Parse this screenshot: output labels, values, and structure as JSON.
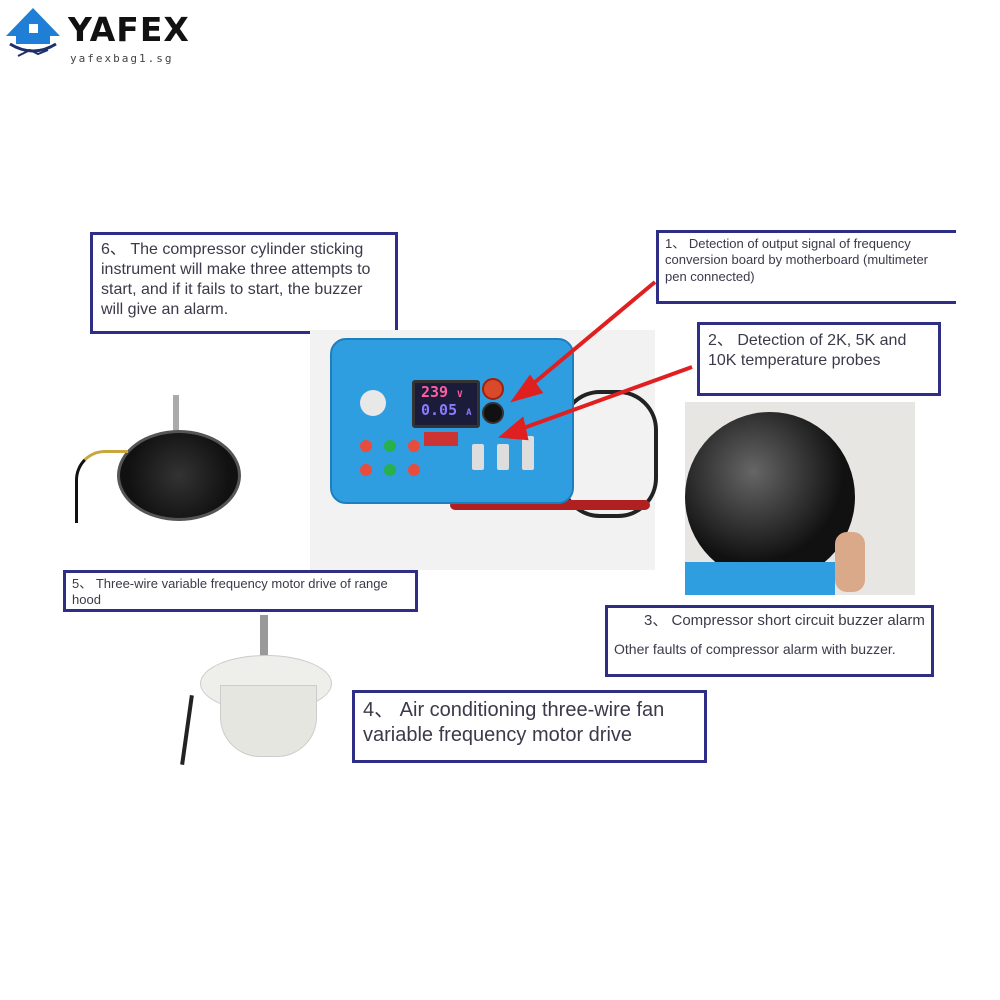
{
  "logo": {
    "brand": "YAFEX",
    "site": "yafexbag1.sg"
  },
  "callouts": {
    "c6": "6、 The compressor cylinder sticking instrument will make three attempts to start, and if it fails to start, the buzzer will give an alarm.",
    "c1": "1、 Detection of output signal of frequency conversion board by motherboard (multimeter pen connected)",
    "c2": "2、 Detection of 2K, 5K and 10K temperature probes",
    "c5": "5、 Three-wire variable frequency motor drive of range hood",
    "c3_line1": "3、 Compressor short circuit buzzer alarm",
    "c3_line2": "Other faults of compressor alarm with buzzer.",
    "c4": "4、 Air conditioning three-wire fan variable frequency motor drive"
  },
  "device": {
    "voltage": "239",
    "voltage_unit": "V",
    "current": "0.05",
    "current_unit": "A"
  },
  "colors": {
    "box_border": "#2e2e86",
    "device_blue": "#2f9ee0",
    "arrow_red": "#e02020",
    "logo_blue": "#1f7fd6"
  }
}
